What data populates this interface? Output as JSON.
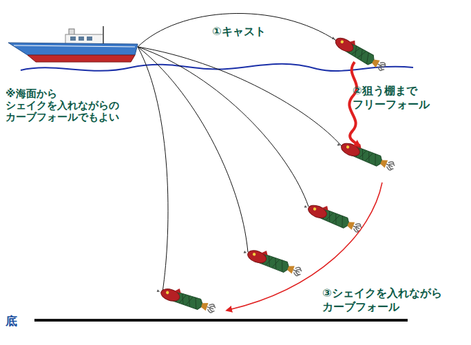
{
  "diagram": {
    "labels": [
      "①キャスト",
      "②狙う棚まで フリーフォール",
      "③シェイクを入れながら カーブフォール",
      "※海面から シェイクを入れながらの カーブフォールでもよい",
      "底"
    ]
  }
}
